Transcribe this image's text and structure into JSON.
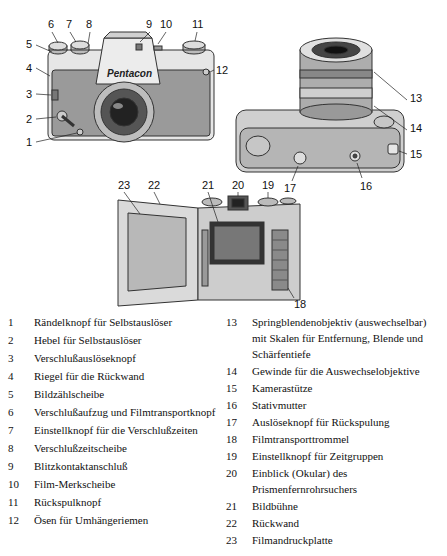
{
  "diagram": {
    "labels": [
      "6",
      "7",
      "8",
      "9",
      "10",
      "11",
      "5",
      "4",
      "3",
      "2",
      "1",
      "12",
      "Pentacon",
      "13",
      "14",
      "15",
      "16",
      "17",
      "23",
      "22",
      "21",
      "20",
      "19",
      "18",
      "1",
      "Rändelknopf für Selbstauslöser",
      "2",
      "Hebel für Selbstauslöser",
      "3",
      "Verschlußauslöseknopf",
      "4",
      "Riegel für die Rückwand",
      "5",
      "Bildzählscheibe",
      "6",
      "Verschlußaufzug und Filmtransportknopf",
      "7",
      "Einstellknopf für die Verschlußzeiten",
      "8",
      "Verschlußzeitscheibe",
      "9",
      "Blitzkontaktanschluß",
      "10",
      "Film-Merkscheibe",
      "11",
      "Rückspulknopf",
      "12",
      "Ösen für Umhängeriemen",
      "13",
      "Springblendenobjektiv (auswechselbar) mit Skalen für Entfernung, Blende und Schärfentiefe",
      "14",
      "Gewinde für die Auswechselobjektive",
      "15",
      "Kamerastütze",
      "16",
      "Stativmutter",
      "17",
      "Auslöseknopf für Rückspulung",
      "18",
      "Filmtransporttrommel",
      "19",
      "Einstellknopf für Zeitgruppen",
      "20",
      "Einblick (Okular) des Prismenfernrohrsuchers",
      "21",
      "Bildbühne",
      "22",
      "Rückwand",
      "23",
      "Filmandruckplatte"
    ]
  }
}
